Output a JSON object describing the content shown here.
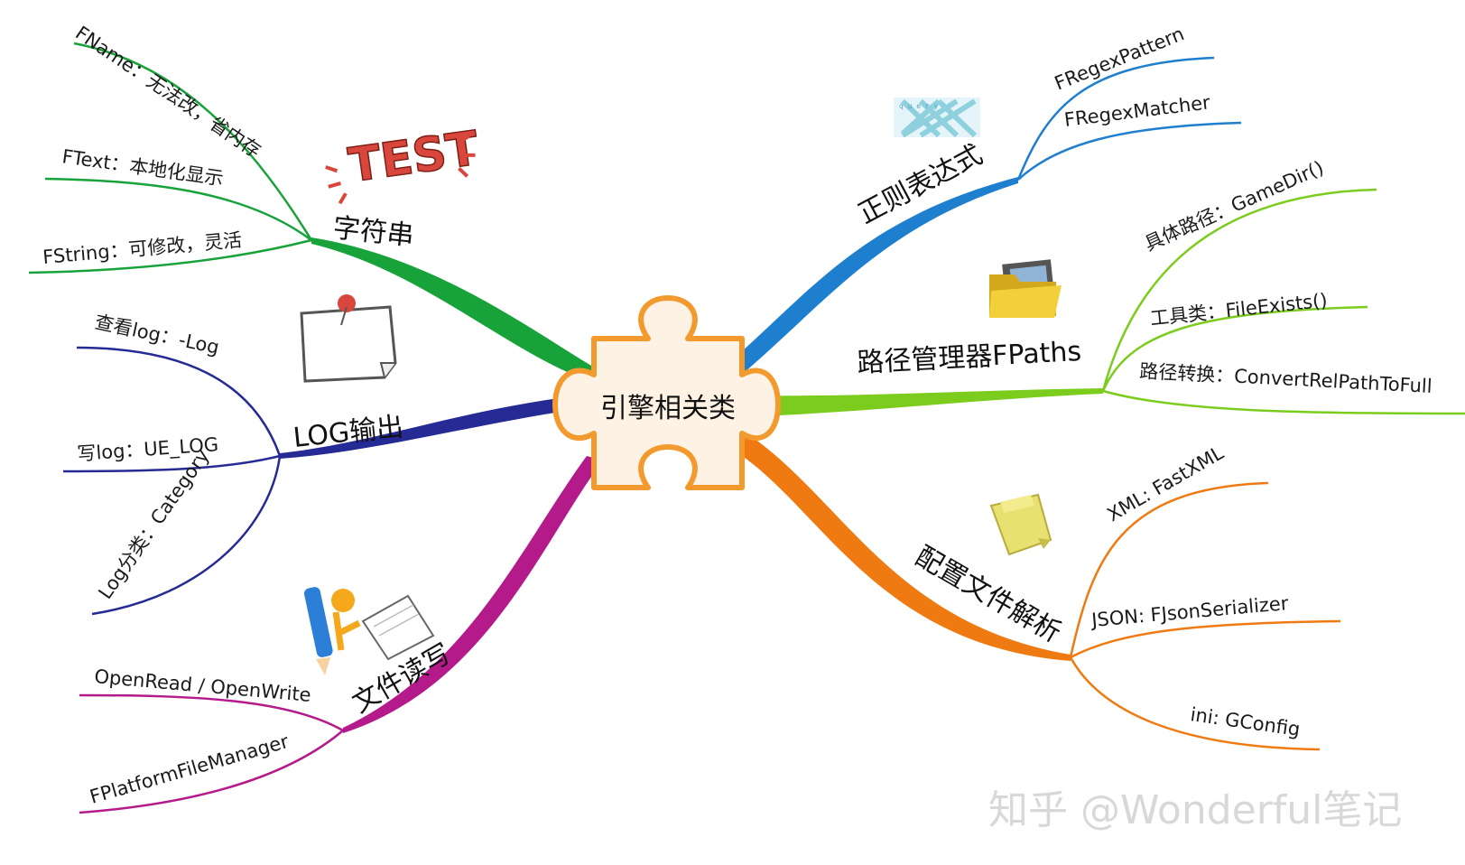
{
  "center": {
    "label": "引擎相关类"
  },
  "colors": {
    "string": "#17a33a",
    "log": "#252a94",
    "file": "#b51a8a",
    "regex": "#1f7fcf",
    "paths": "#7ccc1e",
    "config": "#f07a12",
    "center_fill": "#fdf2e3",
    "center_stroke": "#f39a2e"
  },
  "branches": {
    "string": {
      "label": "字符串",
      "icon": "test-sticker-icon",
      "leaves": [
        "FName：无法改，省内存",
        "FText：本地化显示",
        "FString：可修改，灵活"
      ]
    },
    "log": {
      "label": "LOG输出",
      "icon": "pinned-note-icon",
      "leaves": [
        "查看log：-Log",
        "写log：UE_LOG",
        "Log分类：Category"
      ]
    },
    "file": {
      "label": "文件读写",
      "icon": "pencil-person-icon",
      "leaves": [
        "OpenRead / OpenWrite",
        "FPlatformFileManager"
      ]
    },
    "regex": {
      "label": "正则表达式",
      "icon": "query-pattern-icon",
      "leaves": [
        "FRegexPattern",
        "FRegexMatcher"
      ]
    },
    "paths": {
      "label": "路径管理器FPaths",
      "icon": "folder-icon",
      "leaves": [
        "具体路径：GameDir()",
        "工具类：FileExists()",
        "路径转换：ConvertRelPathToFull"
      ]
    },
    "config": {
      "label": "配置文件解析",
      "icon": "sticky-note-icon",
      "leaves": [
        "XML: FastXML",
        "JSON: FJsonSerializer",
        "ini: GConfig"
      ]
    }
  },
  "watermark": "知乎 @Wonderful笔记"
}
